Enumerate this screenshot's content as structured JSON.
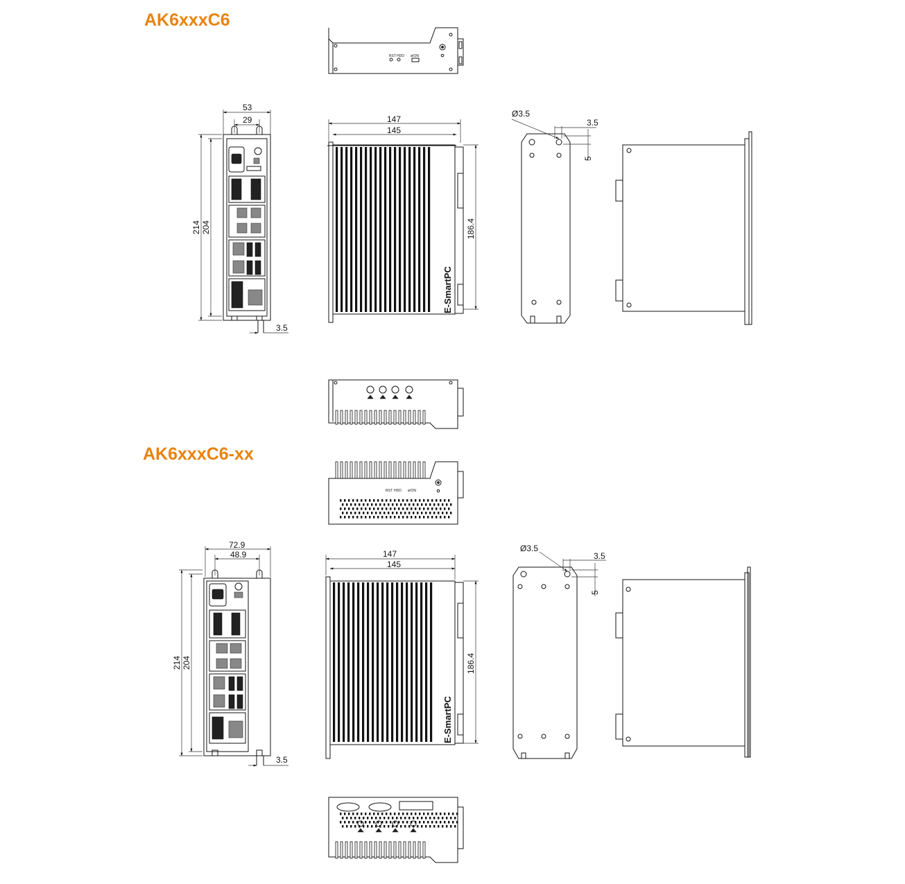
{
  "colors": {
    "title": "#e8830f",
    "line": "#111111",
    "background": "#ffffff"
  },
  "models": [
    {
      "title": "AK6xxxC6",
      "front": {
        "width_outer": "53",
        "width_holes": "29",
        "height_outer": "214",
        "height_inner": "204",
        "slot": "3.5"
      },
      "side": {
        "width_outer": "147",
        "width_inner": "145",
        "height": "186.4",
        "brand": "E-SmartPC"
      },
      "bracket": {
        "hole_dia": "Ø3.5",
        "offset_x": "3.5",
        "offset_y": "5"
      },
      "top_labels": {
        "rst": "RST",
        "hdd": "HDD",
        "pwr": "ø/ON"
      }
    },
    {
      "title": "AK6xxxC6-xx",
      "front": {
        "width_outer": "72.9",
        "width_holes": "48.9",
        "height_outer": "214",
        "height_inner": "204",
        "slot": "3.5"
      },
      "side": {
        "width_outer": "147",
        "width_inner": "145",
        "height": "186.4",
        "brand": "E-SmartPC"
      },
      "bracket": {
        "hole_dia": "Ø3.5",
        "offset_x": "3.5",
        "offset_y": "5"
      },
      "top_labels": {
        "rst": "RST",
        "hdd": "HDD",
        "pwr": "ø/ON"
      }
    }
  ]
}
